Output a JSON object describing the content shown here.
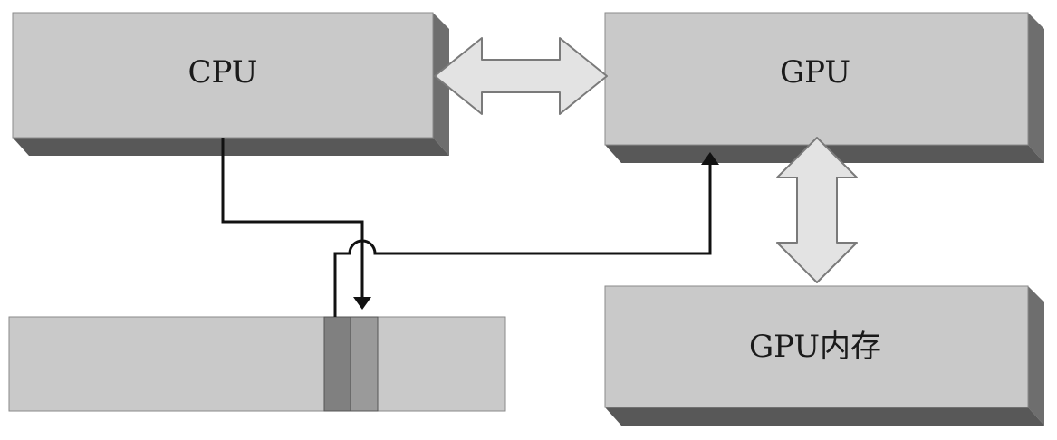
{
  "diagram": {
    "cpu_label": "CPU",
    "gpu_label": "GPU",
    "gpu_memory_label": "GPU内存"
  },
  "colors": {
    "box_face": "#c9c9c9",
    "box_top": "#dedede",
    "box_side": "#6e6e6e",
    "box_bottom": "#585858",
    "arrow_fill": "#e3e3e3",
    "line": "#111111",
    "slot_dark": "#808080",
    "slot_light": "#9a9a9a"
  }
}
